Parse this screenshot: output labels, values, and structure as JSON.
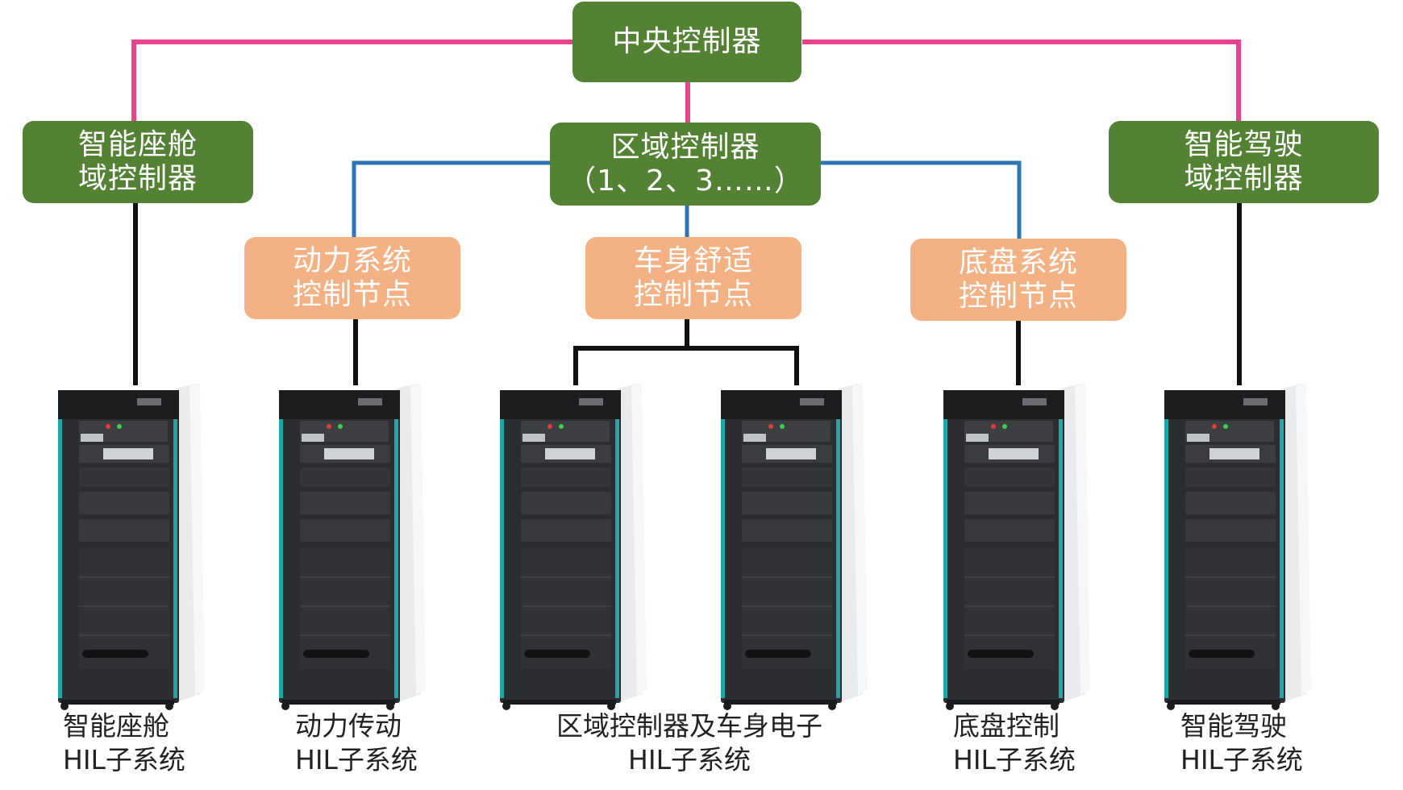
{
  "central": "中央控制器",
  "zone": {
    "line1": "区域控制器",
    "line2": "（1、2、3……）"
  },
  "cockpit_ctrl": {
    "line1": "智能座舱",
    "line2": "域控制器"
  },
  "adas_ctrl": {
    "line1": "智能驾驶",
    "line2": "域控制器"
  },
  "nodes": {
    "powertrain": {
      "line1": "动力系统",
      "line2": "控制节点"
    },
    "body": {
      "line1": "车身舒适",
      "line2": "控制节点"
    },
    "chassis": {
      "line1": "底盘系统",
      "line2": "控制节点"
    }
  },
  "subsystems": {
    "cockpit": {
      "line1": "智能座舱",
      "line2": "HIL子系统"
    },
    "powertrain": {
      "line1": "动力传动",
      "line2": "HIL子系统"
    },
    "zone_body": {
      "line1": "区域控制器及车身电子",
      "line2": "HIL子系统"
    },
    "chassis": {
      "line1": "底盘控制",
      "line2": "HIL子系统"
    },
    "adas": {
      "line1": "智能驾驶",
      "line2": "HIL子系统"
    }
  },
  "colors": {
    "controller_green": "#548235",
    "node_orange": "#f4b183",
    "link_pink": "#e8438e",
    "link_blue": "#2e75b6",
    "link_black": "#111111"
  }
}
